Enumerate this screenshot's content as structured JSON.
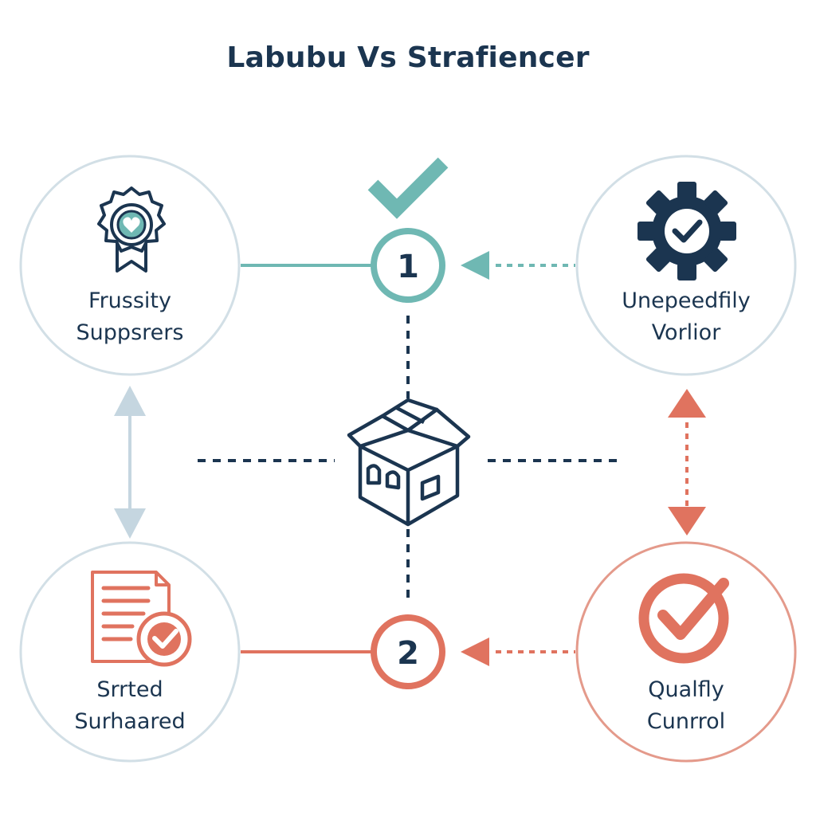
{
  "title": "Labubu Vs Strafiencer",
  "colors": {
    "navy": "#1b3550",
    "teal": "#6fb8b3",
    "coral": "#e0735f",
    "light_blue": "#c5d6e0",
    "circle_outline": "#d2dfe6"
  },
  "nodes": {
    "top_left": {
      "line1": "Frussity",
      "line2": "Suppsrers",
      "icon": "award-badge-icon"
    },
    "top_right": {
      "line1": "Unepeedfily",
      "line2": "Vorlior",
      "icon": "gear-check-icon"
    },
    "bottom_left": {
      "line1": "Srrted",
      "line2": "Surhaared",
      "icon": "document-check-icon"
    },
    "bottom_right": {
      "line1": "Qualfly",
      "line2": "Cunrrol",
      "icon": "check-circle-icon"
    },
    "center": {
      "icon": "open-box-icon"
    }
  },
  "badges": {
    "one": "1",
    "two": "2"
  },
  "top_check": {
    "icon": "checkmark-icon"
  }
}
